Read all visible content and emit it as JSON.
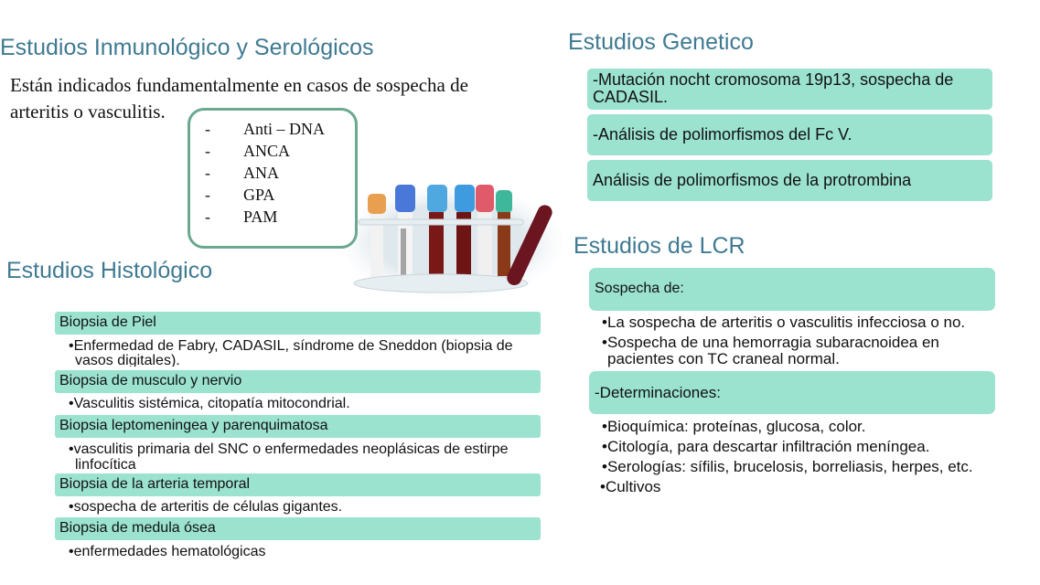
{
  "immuno": {
    "title": "Estudios Inmunológico y Serológicos",
    "intro_line1": "Están indicados fundamentalmente en casos de sospecha de",
    "intro_line2": "arteritis o vasculitis.",
    "list": [
      {
        "dash": "-",
        "label": "Anti – DNA"
      },
      {
        "dash": "-",
        "label": "ANCA"
      },
      {
        "dash": "-",
        "label": "ANA"
      },
      {
        "dash": "-",
        "label": "GPA"
      },
      {
        "dash": "-",
        "label": "PAM"
      }
    ]
  },
  "image": {
    "description": "test-tubes-rack-photo"
  },
  "histo": {
    "title": "Estudios Histológico",
    "items": [
      {
        "header": "Biopsia de Piel",
        "bullet_line1": "•Enfermedad de Fabry, CADASIL, síndrome de Sneddon (biopsia de",
        "bullet_line2": "vasos digitales)."
      },
      {
        "header": "Biopsia de musculo y nervio",
        "bullet_line1": "•Vasculitis sistémica, citopatía mitocondrial."
      },
      {
        "header": "Biopsia leptomeningea y parenquimatosa",
        "bullet_line1": "•vasculitis primaria del SNC o enfermedades neoplásicas de estirpe",
        "bullet_line2": "linfocítica"
      },
      {
        "header": "Biopsia de la arteria temporal",
        "bullet_line1": "•sospecha de arteritis de células gigantes."
      },
      {
        "header": "Biopsia de medula ósea",
        "bullet_line1": "•enfermedades hematológicas"
      }
    ]
  },
  "genetic": {
    "title": "Estudios Genetico",
    "boxes": [
      {
        "line1": "-Mutación nocht cromosoma 19p13, sospecha de",
        "line2": "CADASIL."
      },
      {
        "line1": "-Análisis de polimorfismos del Fc V."
      },
      {
        "line1": "Análisis de polimorfismos de la protrombina"
      }
    ]
  },
  "lcr": {
    "title": "Estudios de LCR",
    "sospecha_header": "Sospecha de:",
    "sospecha_items": [
      "•La sospecha de arteritis o vasculitis infecciosa o no.",
      "•Sospecha de una hemorragia subaracnoidea en",
      "pacientes con TC craneal normal."
    ],
    "determ_header": "-Determinaciones:",
    "determ_items": [
      "•Bioquímica: proteínas, glucosa, color.",
      "•Citología, para descartar infiltración meníngea.",
      "•Serologías: sífilis, brucelosis, borreliasis, herpes, etc.",
      "•Cultivos"
    ]
  }
}
